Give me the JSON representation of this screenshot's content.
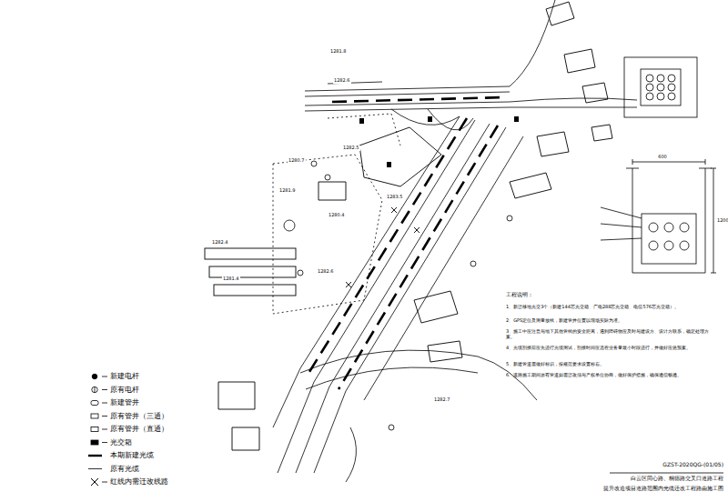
{
  "diagram": {
    "labels": [
      "1281.8",
      "1282.6",
      "1282.5",
      "1280.7",
      "1281.9",
      "1283.5",
      "1280.4",
      "1282.4",
      "1281.4",
      "1282.6",
      "1282.7",
      "工程说明：",
      "1、新迁移地光交3个（新建144芯光交箱、广电288芯光交箱、电信576芯光交箱）。",
      "2、GPS定位及测量放线，新建管井位置以现场实际为准。",
      "3、施工中应注意与地下其他管线的安全距离，遇到障碍物应及时与建设方、设计方联系，确定处理方案。",
      "4、光缆割接前应先进行光缆测试，割接时间应选在业务量最小时段进行，并做好应急预案。",
      "5、新建管道需做好标识，按规范要求设置标石。",
      "6、道路施工期间原有管道如需迁改须与产权单位协商，做好保护措施，确保通信畅通。",
      "600",
      "1200",
      "GZST-2020QG-(01/05)",
      "白云区同心路、桐德路交叉口道路工程",
      "提升改造项目道路范围内光缆迁改工程路由施工图"
    ],
    "legend": [
      {
        "text": "新建电杆"
      },
      {
        "text": "原有电杆"
      },
      {
        "text": "新建管井"
      },
      {
        "text": "原有管井（三通）"
      },
      {
        "text": "原有管井（直通）"
      },
      {
        "text": "光交箱"
      },
      {
        "text": "本期新建光缆"
      },
      {
        "text": "原有光缆"
      },
      {
        "text": "红线内需迁改线路"
      }
    ]
  }
}
